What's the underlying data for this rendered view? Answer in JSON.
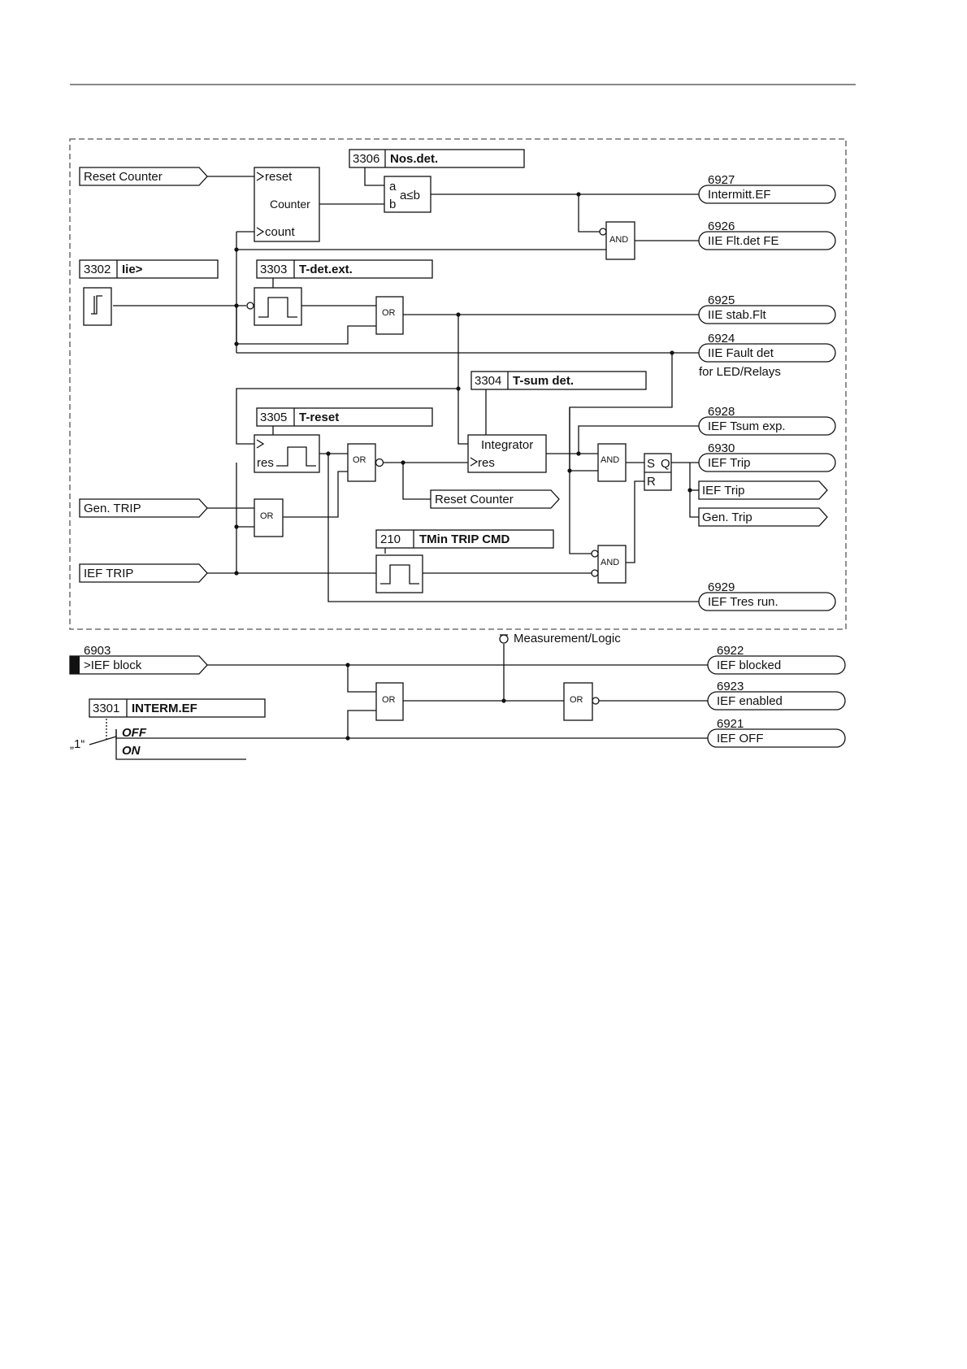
{
  "blocks": {
    "counter": {
      "reset": "reset",
      "label": "Counter",
      "count": "count"
    },
    "compare": {
      "a": "a",
      "b": "b",
      "expr": "a≤b"
    },
    "integrator": {
      "label": "Integrator",
      "res": "res"
    },
    "treset_res": "res",
    "flipflop": {
      "s": "S",
      "q": "Q",
      "r": "R"
    }
  },
  "gates": {
    "or": "OR",
    "and": "AND"
  },
  "params": {
    "p3306": {
      "num": "3306",
      "name": "Nos.det."
    },
    "p3302": {
      "num": "3302",
      "name": "Iie>"
    },
    "p3303": {
      "num": "3303",
      "name": "T-det.ext."
    },
    "p3304": {
      "num": "3304",
      "name": "T-sum det."
    },
    "p3305": {
      "num": "3305",
      "name": "T-reset"
    },
    "p210": {
      "num": "210",
      "name": "TMin TRIP CMD"
    },
    "p3301": {
      "num": "3301",
      "name": "INTERM.EF"
    }
  },
  "inputs": {
    "reset_counter": "Reset Counter",
    "gen_trip": "Gen. TRIP",
    "ief_trip": "IEF TRIP",
    "ief_block_num": "6903",
    "ief_block": ">IEF block"
  },
  "outputs": {
    "o6927": {
      "num": "6927",
      "label": "Intermitt.EF"
    },
    "o6926": {
      "num": "6926",
      "label": "IIE Flt.det FE"
    },
    "o6925": {
      "num": "6925",
      "label": "IIE stab.Flt"
    },
    "o6924": {
      "num": "6924",
      "label": "IIE Fault det",
      "note": "for LED/Relays"
    },
    "o6928": {
      "num": "6928",
      "label": "IEF Tsum exp."
    },
    "o6930": {
      "num": "6930",
      "label": "IEF Trip"
    },
    "o6929": {
      "num": "6929",
      "label": "IEF Tres run."
    },
    "o6922": {
      "num": "6922",
      "label": "IEF blocked"
    },
    "o6923": {
      "num": "6923",
      "label": "IEF enabled"
    },
    "o6921": {
      "num": "6921",
      "label": "IEF OFF"
    }
  },
  "messages": {
    "reset_counter": "Reset Counter",
    "ief_trip": "IEF Trip",
    "gen_trip": "Gen. Trip"
  },
  "measurement_logic": "Measurement/Logic",
  "switch": {
    "one": "„1“",
    "off": "OFF",
    "on": "ON"
  }
}
